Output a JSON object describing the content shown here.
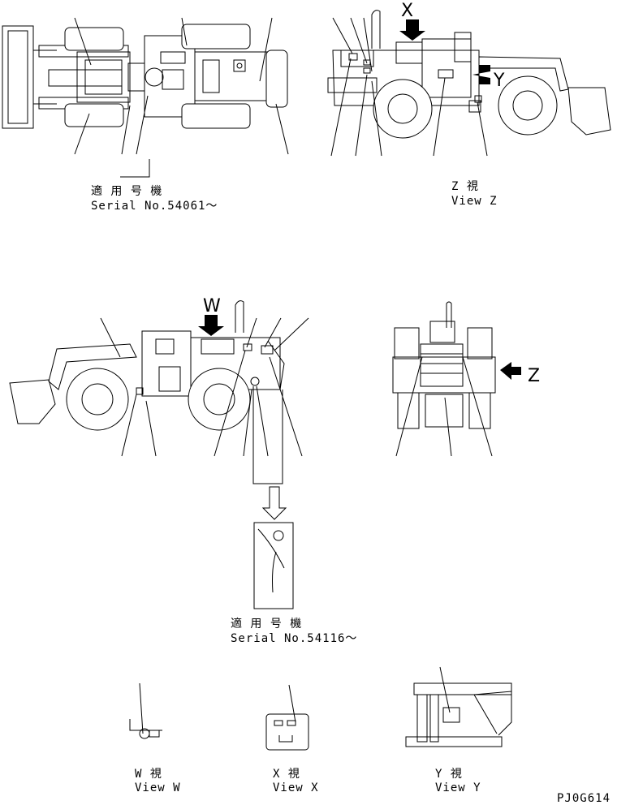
{
  "top_left": {
    "serial_label_jp": "適 用 号 機",
    "serial_label_en": "Serial No.54061～"
  },
  "top_right": {
    "arrow_x": "X",
    "arrow_y": "Y",
    "view_label_jp": "Z  視",
    "view_label_en": "View Z"
  },
  "middle_left": {
    "arrow_w": "W",
    "serial_label_jp": "適 用 号 機",
    "serial_label_en": "Serial No.54116～"
  },
  "middle_right": {
    "arrow_z": "Z"
  },
  "bottom": {
    "view_w_jp": "W  視",
    "view_w_en": "View W",
    "view_x_jp": "X  視",
    "view_x_en": "View X",
    "view_y_jp": "Y  視",
    "view_y_en": "View Y"
  },
  "drawing_code": "PJ0G614"
}
